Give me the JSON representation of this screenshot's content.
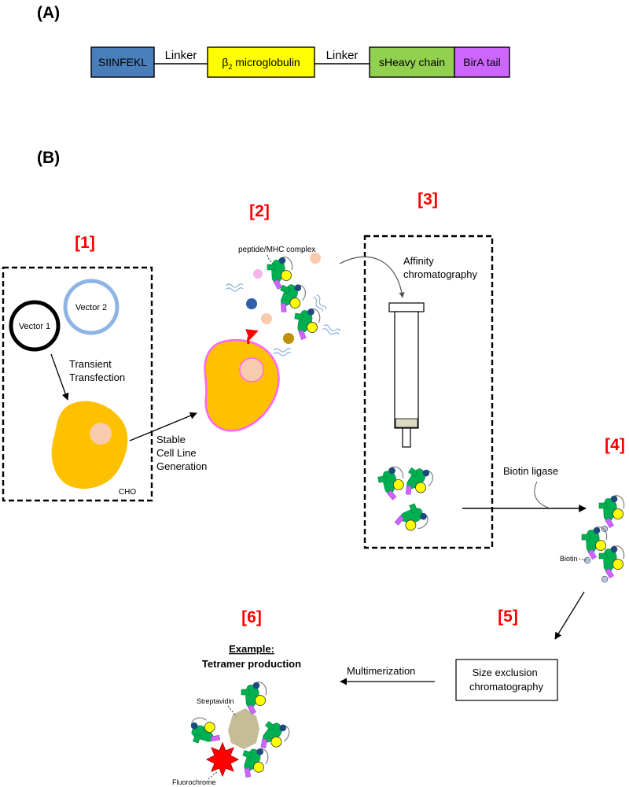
{
  "panel_a": {
    "label": "(A)",
    "segments": {
      "siinfekl": "SIINFEKL",
      "beta_symbol": "β",
      "beta_sub": "2",
      "beta_rest": " microglobulin",
      "sheavy": "sHeavy chain",
      "bira": "BirA tail"
    },
    "linker_1": "Linker",
    "linker_2": "Linker",
    "colors": {
      "siinfekl": "#4a7ebb",
      "b2m": "#ffff00",
      "sheavy": "#92d050",
      "bira": "#cc66ff"
    }
  },
  "panel_b": {
    "label": "(B)",
    "step_1": {
      "number": "[1]",
      "vector_1": "Vector 1",
      "vector_2": "Vector 2",
      "transfection_line1": "Transient",
      "transfection_line2": "Transfection",
      "cell_label": "CHO"
    },
    "stable_line1": "Stable",
    "stable_line2": "Cell Line",
    "stable_line3": "Generation",
    "step_2": {
      "number": "[2]",
      "complex_label": "peptide/MHC complex"
    },
    "step_3": {
      "number": "[3]",
      "affinity_line1": "Affinity",
      "affinity_line2": "chromatography"
    },
    "biotin_ligase": "Biotin ligase",
    "step_4": {
      "number": "[4]",
      "biotin_label": "Biotin"
    },
    "step_5": {
      "number": "[5]",
      "sec_line1": "Size exclusion",
      "sec_line2": "chromatography"
    },
    "multimerization": "Multimerization",
    "step_6": {
      "number": "[6]",
      "example": "Example:",
      "tetramer": "Tetramer production",
      "streptavidin": "Streptavidin",
      "fluorochrome": "Fluorochrome"
    },
    "colors": {
      "step_number": "#ff0000",
      "cell": "#ffc000",
      "nucleus": "#f8cbad",
      "cell_outline_stable": "#ff66ff",
      "vector_1": "#000000",
      "vector_2": "#8eb4e3",
      "heavy_chain": "#00b050",
      "b2m": "#ffff00",
      "peptide": "#1f497d",
      "tail": "#cc66ff",
      "streptavidin": "#c4bd97",
      "fluorochrome": "#ff0000"
    }
  }
}
